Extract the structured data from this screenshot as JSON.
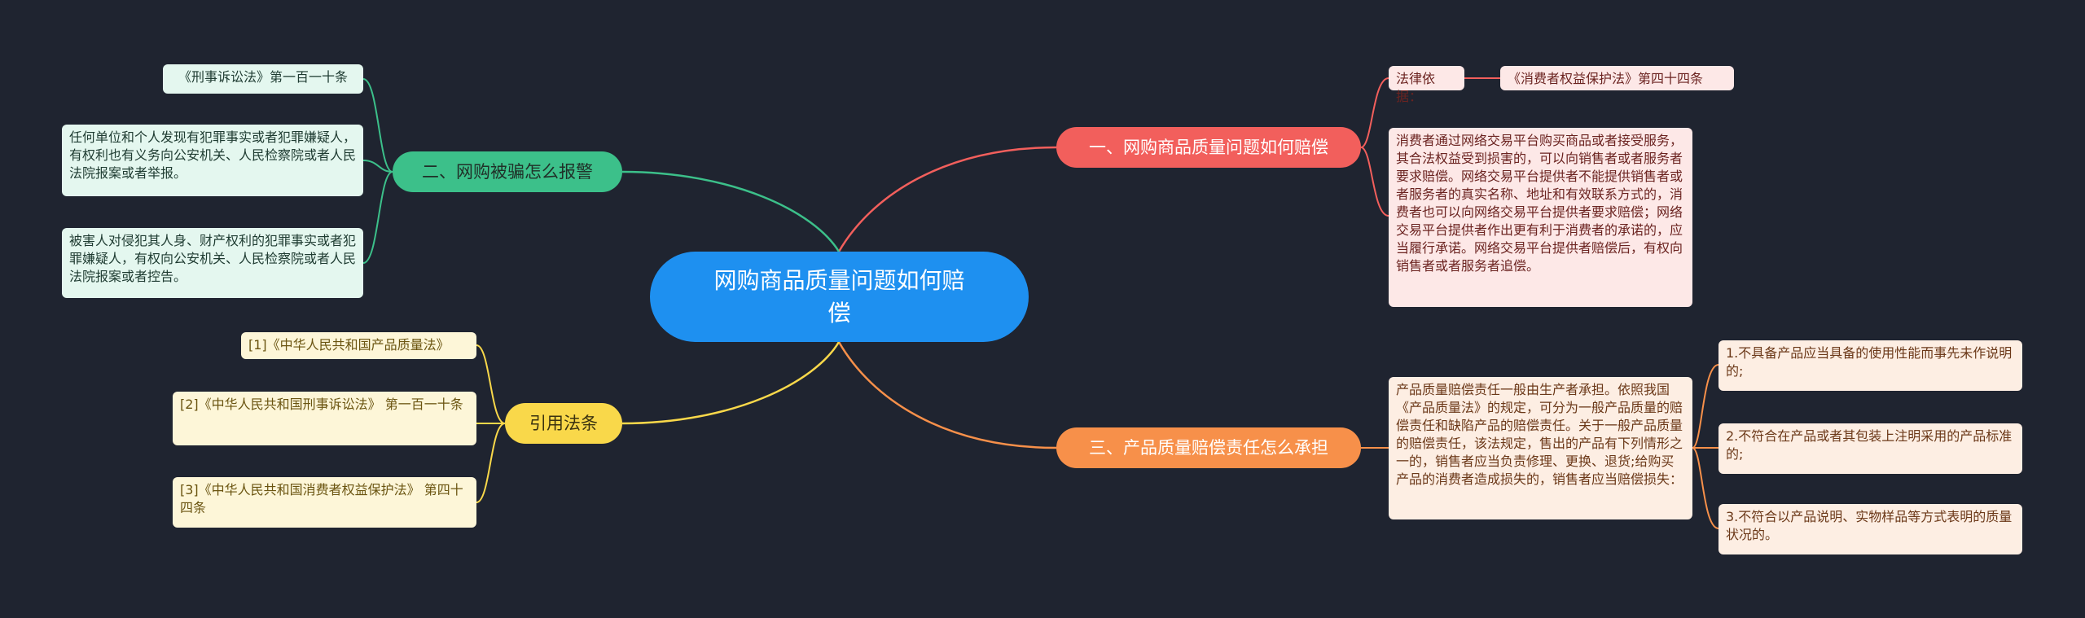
{
  "center": {
    "title": "网购商品质量问题如何赔偿"
  },
  "branches": {
    "compensation": {
      "label": "一、网购商品质量问题如何赔偿",
      "legal_basis_label": "法律依据：",
      "legal_basis_ref": "《消费者权益保护法》第四十四条",
      "detail": "消费者通过网络交易平台购买商品或者接受服务，其合法权益受到损害的，可以向销售者或者服务者要求赔偿。网络交易平台提供者不能提供销售者或者服务者的真实名称、地址和有效联系方式的，消费者也可以向网络交易平台提供者要求赔偿；网络交易平台提供者作出更有利于消费者的承诺的，应当履行承诺。网络交易平台提供者赔偿后，有权向销售者或者服务者追偿。"
    },
    "liability": {
      "label": "三、产品质量赔偿责任怎么承担",
      "detail": "产品质量赔偿责任一般由生产者承担。依照我国《产品质量法》的规定，可分为一般产品质量的赔偿责任和缺陷产品的赔偿责任。关于一般产品质量的赔偿责任，该法规定，售出的产品有下列情形之一的，销售者应当负责修理、更换、退货;给购买产品的消费者造成损失的，销售者应当赔偿损失：",
      "items": [
        "1.不具备产品应当具备的使用性能而事先未作说明的;",
        "2.不符合在产品或者其包装上注明采用的产品标准的;",
        "3.不符合以产品说明、实物样品等方式表明的质量状况的。"
      ]
    },
    "report": {
      "label": "二、网购被骗怎么报警",
      "items": [
        "《刑事诉讼法》第一百一十条",
        "任何单位和个人发现有犯罪事实或者犯罪嫌疑人，有权利也有义务向公安机关、人民检察院或者人民法院报案或者举报。",
        "被害人对侵犯其人身、财产权利的犯罪事实或者犯罪嫌疑人，有权向公安机关、人民检察院或者人民法院报案或者控告。"
      ]
    },
    "references": {
      "label": "引用法条",
      "items": [
        "[1]《中华人民共和国产品质量法》",
        "[2]《中华人民共和国刑事诉讼法》 第一百一十条",
        "[3]《中华人民共和国消费者权益保护法》 第四十四条"
      ]
    }
  },
  "colors": {
    "background": "#1f2430",
    "center": "#1e90f0",
    "red": "#f25f5c",
    "orange": "#f7904a",
    "green": "#3cc08a",
    "yellow": "#f9d84a"
  }
}
